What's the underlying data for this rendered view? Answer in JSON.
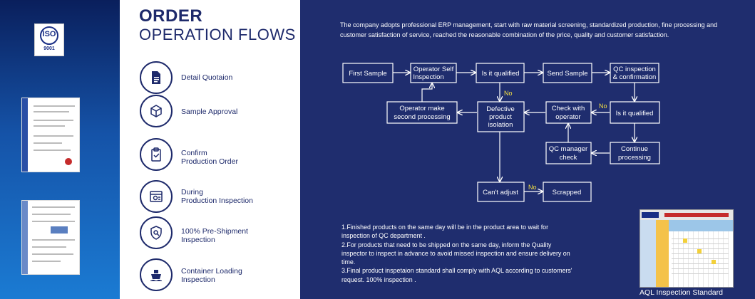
{
  "iso_badge": {
    "text": "ISO",
    "number": "9001"
  },
  "heading": {
    "line1": "ORDER",
    "line2": "OPERATION FLOWS"
  },
  "steps": [
    {
      "icon": "document-icon",
      "label": "Detail Quotaion"
    },
    {
      "icon": "package-icon",
      "label": "Sample Approval"
    },
    {
      "icon": "clipboard-check-icon",
      "label": "Confirm\nProduction Order"
    },
    {
      "icon": "production-icon",
      "label": "During\nProduction Inspection"
    },
    {
      "icon": "shield-search-icon",
      "label": "100% Pre-Shipment\nInspection"
    },
    {
      "icon": "ship-icon",
      "label": "Container Loading\nInspection"
    }
  ],
  "intro": "The company adopts professional ERP management, start with raw material screening, standardized production, fine processing and customer satisfaction of service, reached the reasonable combination of the price, quality and customer satisfaction.",
  "flowchart": {
    "nodes": {
      "first_sample": "First Sample",
      "operator_self_inspection": [
        "Operator Self",
        "Inspection"
      ],
      "is_qualified_1": "Is it qualified",
      "send_sample": "Send Sample",
      "qc_inspection": [
        "QC inspection",
        "& confirmation"
      ],
      "operator_make": [
        "Operator make",
        "second processing"
      ],
      "defective": [
        "Defective",
        "product",
        "isolation"
      ],
      "check_operator": [
        "Check with",
        "operator"
      ],
      "is_qualified_2": "Is it qualified",
      "qc_manager": [
        "QC manager",
        "check"
      ],
      "continue": [
        "Continue",
        "processing"
      ],
      "cant_adjust": "Can't adjust",
      "scrapped": "Scrapped"
    },
    "edge_labels": {
      "no": "No"
    }
  },
  "notes": [
    "1.Finished products on the same day will be in the product area to wait for inspection of QC department .",
    "2.For products that need to be shipped on the same day, inform the Quality inspector  to inspect in advance to avoid missed inspection and ensure delivery on time.",
    "3.Final product inspetaion standard shall comply with AQL according to customers' request. 100% inspection ."
  ],
  "aql_caption": "AQL Inspection Standard",
  "colors": {
    "background": "#1f2d6e",
    "heading": "#1e2a6b",
    "no_label": "#f5e042"
  }
}
